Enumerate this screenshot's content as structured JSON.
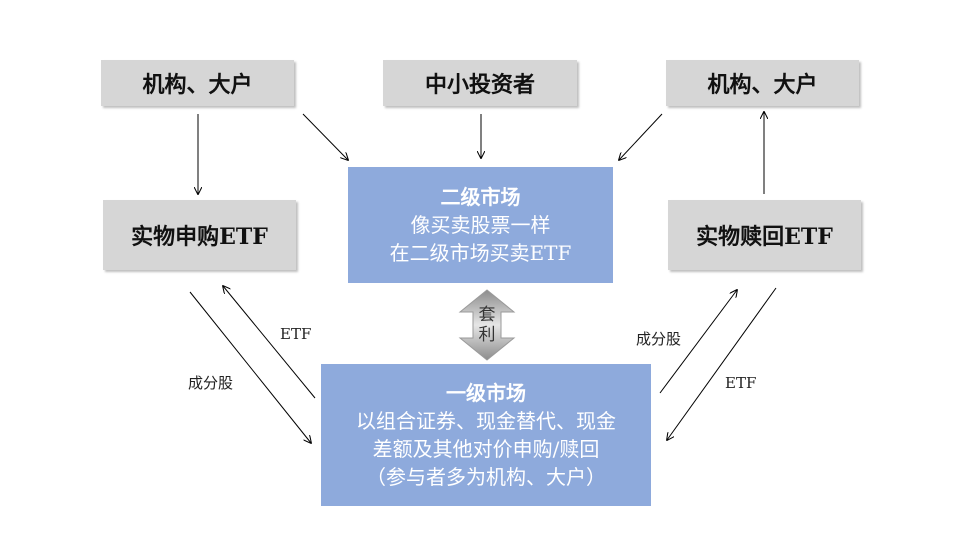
{
  "top_left": "机构、大户",
  "top_mid": "中小投资者",
  "top_right": "机构、大户",
  "creation": "实物申购ETF",
  "redemption": "实物赎回ETF",
  "secondary": {
    "title": "二级市场",
    "line1": "像买卖股票一样",
    "line2": "在二级市场买卖ETF"
  },
  "primary": {
    "title": "一级市场",
    "line1": "以组合证券、现金替代、现金",
    "line2": "差额及其他对价申购/赎回",
    "line3": "（参与者多为机构、大户）"
  },
  "arbitrage": {
    "c1": "套",
    "c2": "利"
  },
  "labels": {
    "left_up": "ETF",
    "left_down": "成分股",
    "right_up": "成分股",
    "right_down": "ETF"
  }
}
